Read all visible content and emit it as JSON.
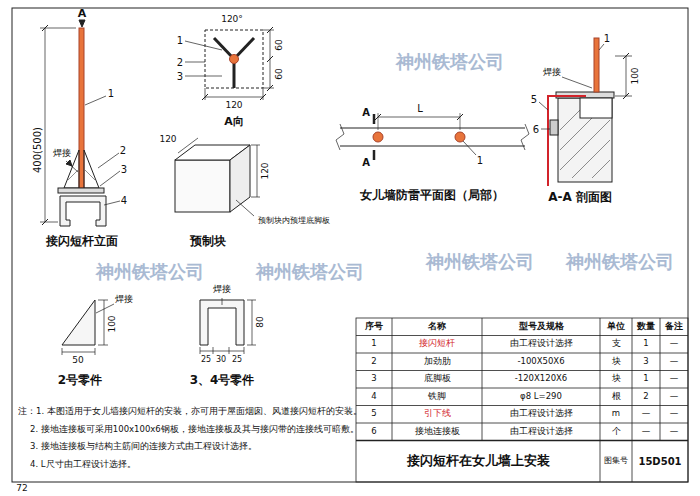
{
  "diagram": {
    "title": "接闪短杆在女儿墙上安装",
    "labels": [
      "A",
      "400(500)",
      "1",
      "焊接",
      "2",
      "3",
      "4",
      "接闪短杆立面",
      "120°",
      "1",
      "2",
      "3",
      "60",
      "60",
      "120",
      "A向",
      "120",
      "120",
      "预制块内预埋底脚板",
      "预制块",
      "A",
      "A",
      "L",
      "1",
      "女儿墙防雷平面图（局部）",
      "1",
      "焊接",
      "100",
      "5",
      "6",
      "A-A 剖面图",
      "焊接",
      "100",
      "50",
      "2号零件",
      "焊接",
      "80",
      "25",
      "30",
      "25",
      "3、4号零件",
      "注：1. 本图适用于女儿墙接闪短杆的安装，亦可用于屋面烟囱、风道接闪短杆的安装。",
      "2. 接地连接板可采用100x100x6钢板，接地连接板及其与接闪带的连接线可暗敷。",
      "3. 接地连接板与结构主筋间的连接方式由工程设计选择。",
      "4. L尺寸由工程设计选择。",
      "序号",
      "名称",
      "型号及规格",
      "单位",
      "数量",
      "备注",
      "1",
      "接闪短杆",
      "由工程设计选择",
      "支",
      "1",
      "—",
      "2",
      "加劲肋",
      "-100X50X6",
      "块",
      "3",
      "—",
      "3",
      "底脚板",
      "-120X120X6",
      "块",
      "1",
      "—",
      "4",
      "铁脚",
      "φ8 L=290",
      "根",
      "2",
      "—",
      "5",
      "引下线",
      "由工程设计选择",
      "m",
      "—",
      "—",
      "6",
      "接地连接板",
      "由工程设计选择",
      "个",
      "—",
      "—",
      "图集号",
      "15D501",
      "72",
      "神州铁塔公司",
      "神州铁塔公司",
      "神州铁塔公司",
      "神州铁塔公司",
      "神州铁塔公司"
    ]
  }
}
